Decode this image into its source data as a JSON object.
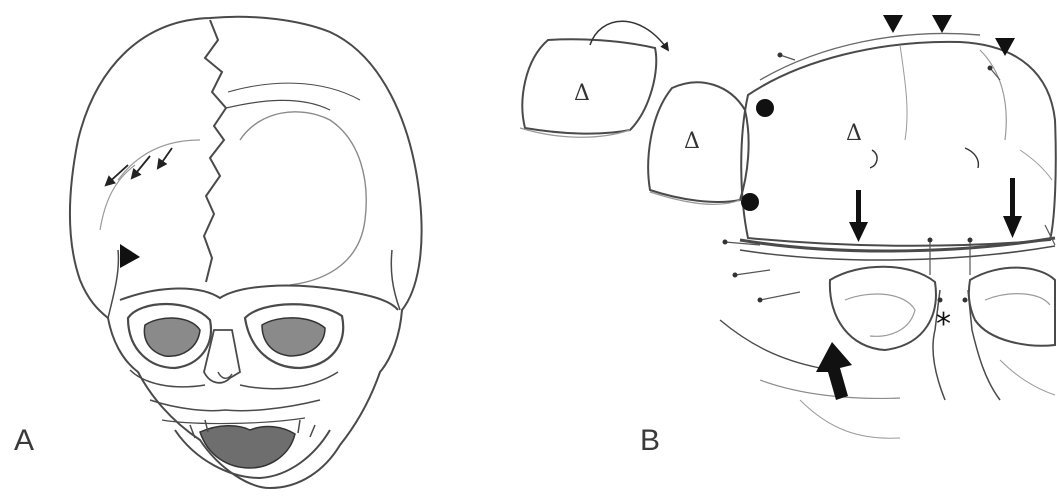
{
  "figure": {
    "panels": [
      {
        "label": "A"
      },
      {
        "label": "B"
      }
    ],
    "flap_symbol": "Δ",
    "center_marker": "*",
    "colors": {
      "line": "#4a4a4a",
      "shade": "#9a9a9a",
      "dark_fill": "#6e6e6e",
      "marker": "#111111"
    }
  }
}
